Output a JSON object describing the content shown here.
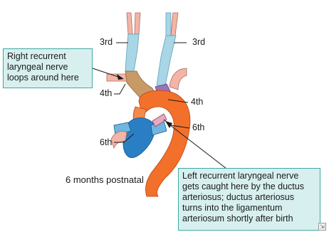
{
  "diagram": {
    "callout_right": "Right recurrent laryngeal nerve loops around here",
    "callout_left": "Left recurrent laryngeal nerve gets caught here by the ductus arteriosus; ductus arteriosus turns into the ligamentum arteriosum shortly after birth",
    "labels": {
      "third_left": "3rd",
      "third_right": "3rd",
      "fourth_left": "4th",
      "fourth_right": "4th",
      "sixth_right": "6th",
      "sixth_left": "6th",
      "age": "6 months postnatal"
    }
  },
  "colors": {
    "carotid": "#a9d6e6",
    "carotid_dark": "#6fb6d0",
    "aorta": "#f2702a",
    "brachiocephalic": "#c89a65",
    "subclavian": "#f3b5a8",
    "pulmonary": "#2a7fc4",
    "pulmonary_light": "#6fb6e0",
    "arch_purple": "#9b73b8",
    "callout_bg": "#d7f0ef",
    "callout_border": "#3ea9a6"
  },
  "icons": {
    "expand": "expand-icon"
  }
}
